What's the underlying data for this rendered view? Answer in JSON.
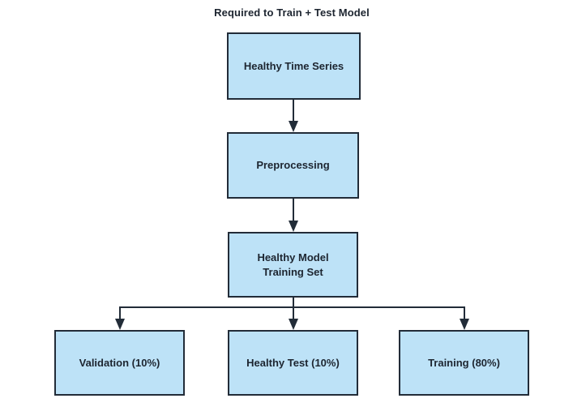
{
  "diagram": {
    "title": "Required to Train + Test Model",
    "nodes": [
      {
        "id": "healthy-time-series",
        "label": "Healthy Time Series"
      },
      {
        "id": "preprocessing",
        "label": "Preprocessing"
      },
      {
        "id": "healthy-model-training-set",
        "label": "Healthy Model Training Set"
      },
      {
        "id": "validation-10",
        "label": "Validation (10%)"
      },
      {
        "id": "healthy-test-10",
        "label": "Healthy Test (10%)"
      },
      {
        "id": "training-80",
        "label": "Training (80%)"
      }
    ],
    "edges": [
      {
        "from": "healthy-time-series",
        "to": "preprocessing"
      },
      {
        "from": "preprocessing",
        "to": "healthy-model-training-set"
      },
      {
        "from": "healthy-model-training-set",
        "to": "validation-10"
      },
      {
        "from": "healthy-model-training-set",
        "to": "healthy-test-10"
      },
      {
        "from": "healthy-model-training-set",
        "to": "training-80"
      }
    ],
    "colors": {
      "node_fill": "#bde2f7",
      "node_border": "#222c38",
      "connector": "#222c38",
      "text": "#1d2530",
      "background": "#ffffff"
    }
  }
}
